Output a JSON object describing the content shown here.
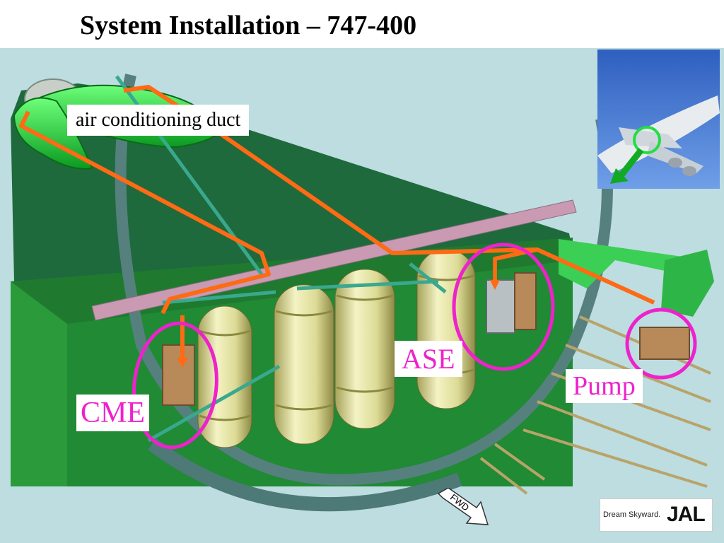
{
  "title": "System Installation – 747-400",
  "labels": {
    "duct": "air conditioning duct",
    "ase": "ASE",
    "pump": "Pump",
    "cme": "CME"
  },
  "direction_marker": "FWD",
  "logo": {
    "tagline": "Dream Skyward.",
    "brand": "JAL"
  },
  "icons": {
    "inset": "aircraft-photo-icon",
    "arrow": "down-left-arrow-icon"
  },
  "colors": {
    "background": "#bddde0",
    "bulkhead": "#1f7a2f",
    "tank": "#e3e2a0",
    "pipe": "#ff6a14",
    "highlight": "#ee22cc",
    "label_text": "#ee22cc"
  }
}
